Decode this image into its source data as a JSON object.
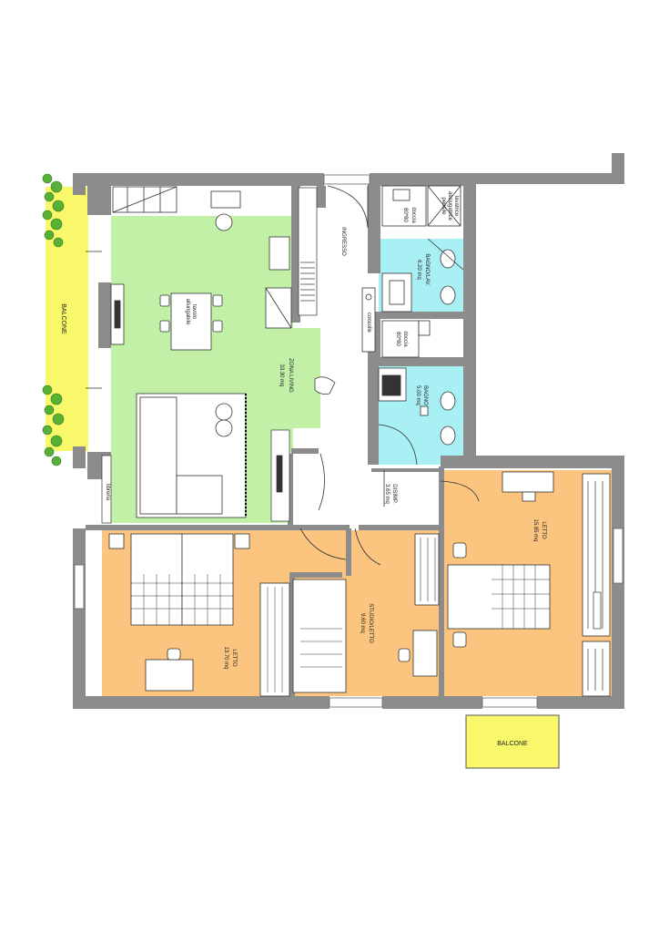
{
  "colors": {
    "living": "#c2f0a6",
    "bath": "#a8f0f3",
    "bedroom": "#fbc47f",
    "balcony": "#f8f86a",
    "wall": "#8c8c8c",
    "plants": "#58b037"
  },
  "labels": {
    "balcone_west": "BALCONE",
    "balcone_south": "BALCONE",
    "ingresso": "INGRESSO",
    "zona_living": "ZONA LIVING",
    "zona_living_area": "33.30 mq",
    "tavolo": "tavolo",
    "allungabile": "allungabile",
    "bagno_lav": "BAGNO/LAV.",
    "bagno_lav_area": "6.20 mq",
    "lavatrice": "lavatrice",
    "asciugatrice": "asciugatrice",
    "pensile": "pensile",
    "doccia_1": "doccia",
    "doccia_1_size": "80*80",
    "consolle": "consolle",
    "doccia_2": "doccia",
    "doccia_2_size": "80*80",
    "bagno": "BAGNO",
    "bagno_area": "5.00 mq",
    "disimp": "DISIMP.",
    "disimp_area": "3.65 mq",
    "letto_east": "LETTO",
    "letto_east_area": "15.85 mq",
    "studio_letto": "STUDIO/LETTO",
    "studio_letto_area": "9.60 mq",
    "letto_west": "LETTO",
    "letto_west_area": "13.70 mq",
    "libreria": "libreria"
  }
}
